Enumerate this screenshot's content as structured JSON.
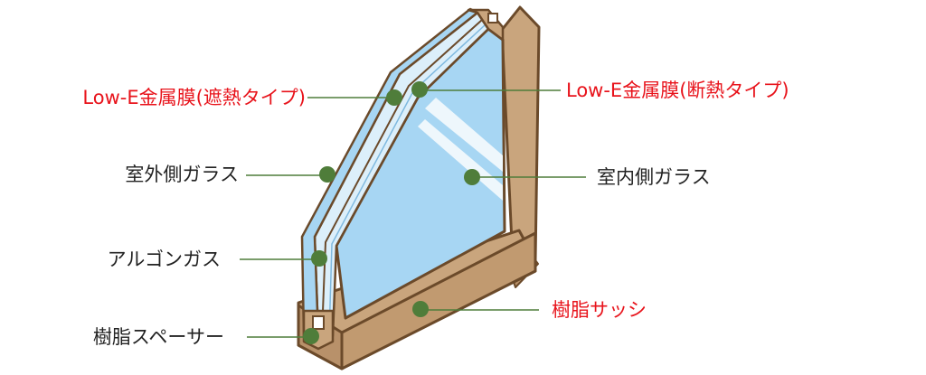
{
  "colors": {
    "frame": "#c9a57d",
    "frame_light": "#d8bb95",
    "frame_dark": "#b8916a",
    "outline": "#6b4a2a",
    "glass": "#a7d6f3",
    "glass_edge": "#7fb9df",
    "glass_cavity": "#dceffa",
    "glare": "#eef7fc",
    "leader": "#4f7d3a",
    "dot": "#4f7d3a",
    "text": "#222222",
    "highlight": "#e8131b"
  },
  "labels": {
    "lowe_heat_shield": "Low-E金属膜(遮熱タイプ)",
    "lowe_insulation": "Low-E金属膜(断熱タイプ)",
    "outer_glass": "室外側ガラス",
    "inner_glass": "室内側ガラス",
    "argon_gas": "アルゴンガス",
    "resin_sash": "樹脂サッシ",
    "resin_spacer": "樹脂スペーサー"
  }
}
